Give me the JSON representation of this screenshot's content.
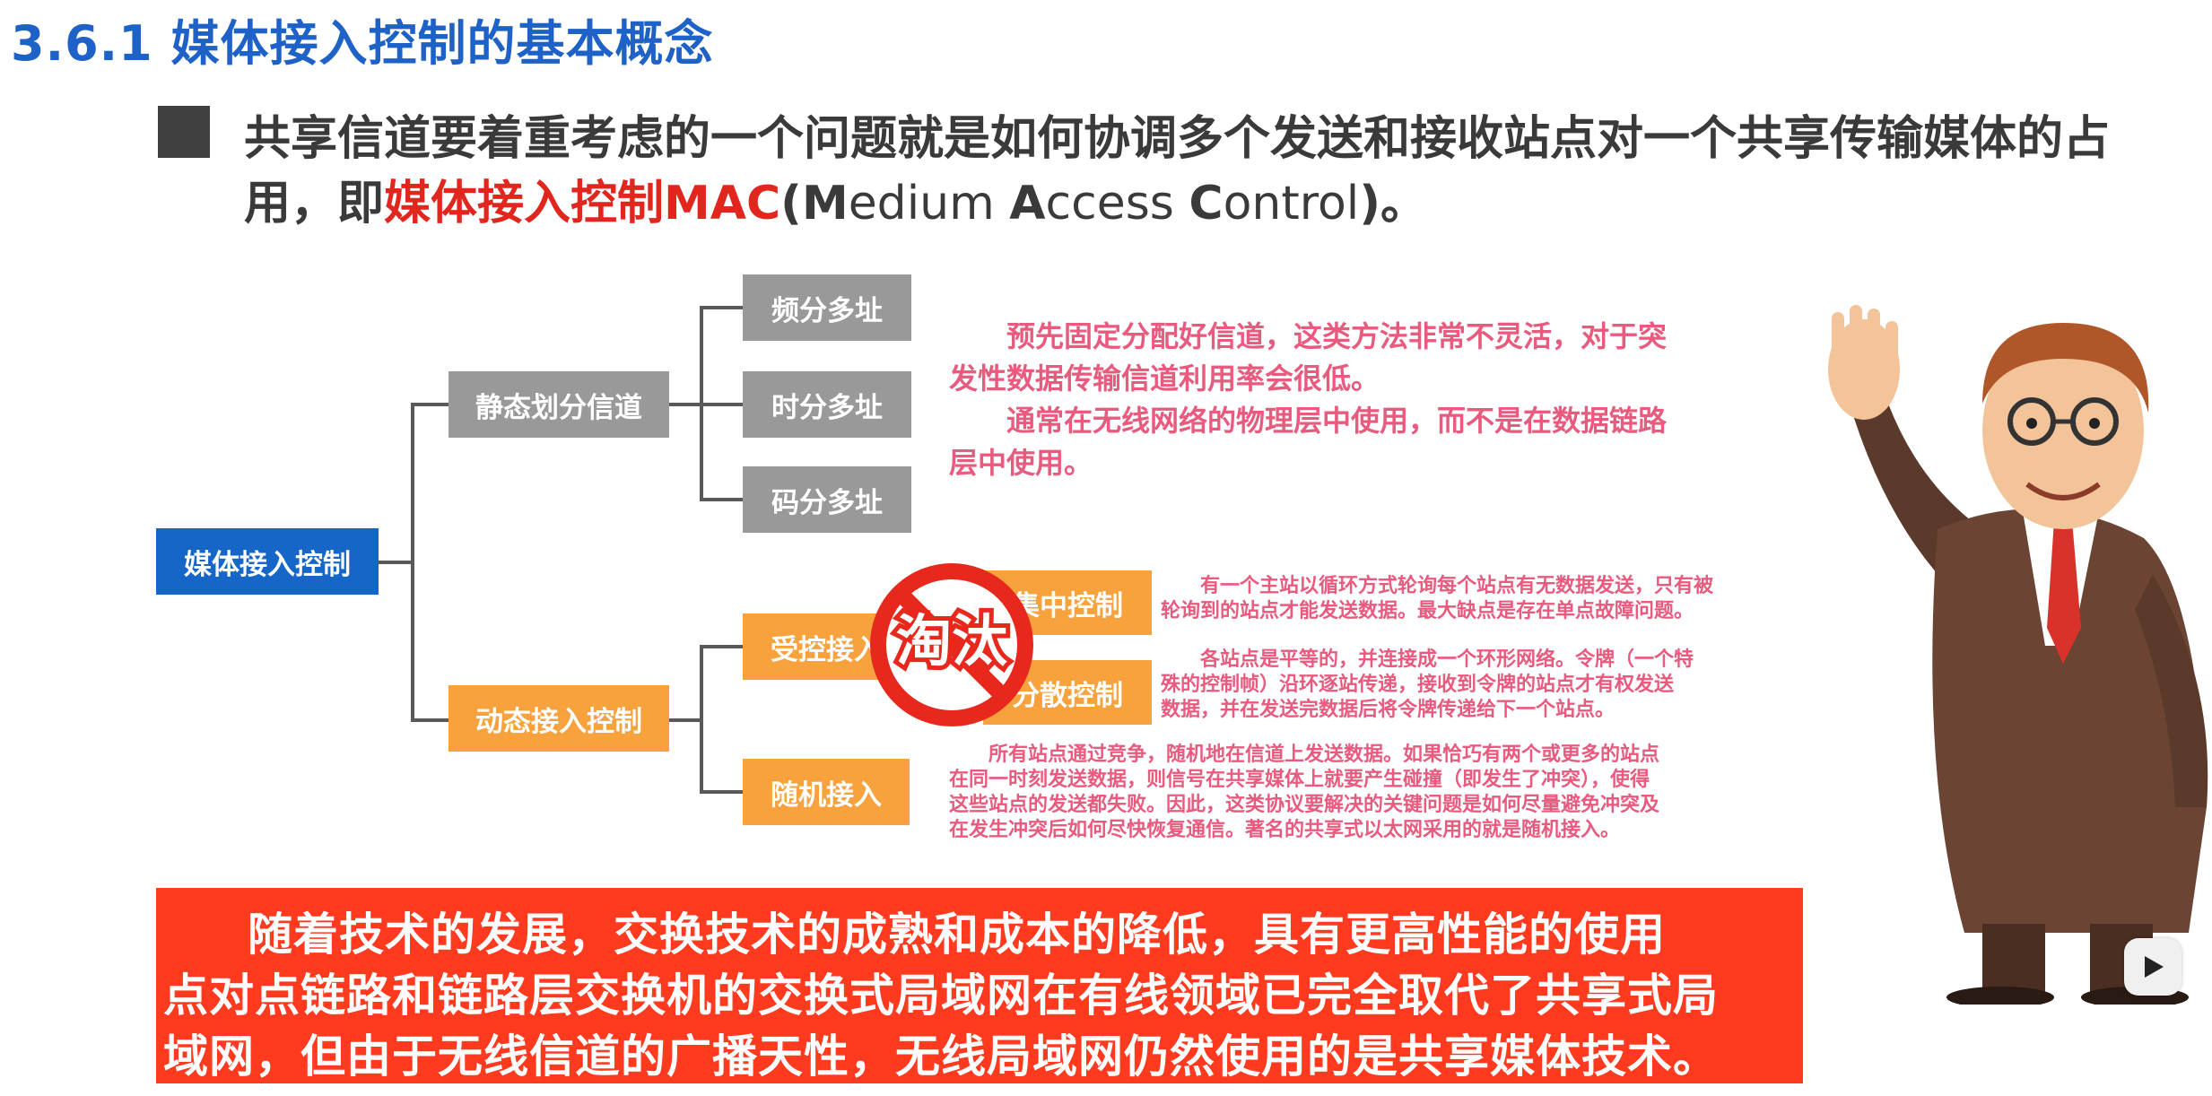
{
  "title": "3.6.1 媒体接入控制的基本概念",
  "bullet": {
    "line1": "共享信道要着重考虑的一个问题就是如何协调多个发送和接收站点对一个共享传输媒体的占",
    "line2_prefix": "用，即",
    "line2_red": "媒体接入控制MAC",
    "line2_mac_open": "(",
    "mac_M": "M",
    "mac_rest1": "edium ",
    "mac_A": "A",
    "mac_rest2": "ccess ",
    "mac_C": "C",
    "mac_rest3": "ontrol",
    "line2_suffix": ")。"
  },
  "tree": {
    "root": "媒体接入控制",
    "static": "静态划分信道",
    "static_children": [
      "频分多址",
      "时分多址",
      "码分多址"
    ],
    "dynamic": "动态接入控制",
    "controlled": "受控接入",
    "controlled_children": [
      "集中控制",
      "分散控制"
    ],
    "random": "随机接入"
  },
  "annotations": {
    "static_note": [
      "　　预先固定分配好信道，这类方法非常不灵活，对于突",
      "发性数据传输信道利用率会很低。",
      "　　通常在无线网络的物理层中使用，而不是在数据链路",
      "层中使用。"
    ],
    "central_note": [
      "　　有一个主站以循环方式轮询每个站点有无数据发送，只有被",
      "轮询到的站点才能发送数据。最大缺点是存在单点故障问题。"
    ],
    "distributed_note": [
      "　　各站点是平等的，并连接成一个环形网络。令牌（一个特",
      "殊的控制帧）沿环逐站传递，接收到令牌的站点才有权发送",
      "数据，并在发送完数据后将令牌传递给下一个站点。"
    ],
    "random_note": [
      "　　所有站点通过竞争，随机地在信道上发送数据。如果恰巧有两个或更多的站点",
      "在同一时刻发送数据，则信号在共享媒体上就要产生碰撞（即发生了冲突），使得",
      "这些站点的发送都失败。因此，这类协议要解决的关键问题是如何尽量避免冲突及",
      "在发生冲突后如何尽快恢复通信。著名的共享式以太网采用的就是随机接入。"
    ]
  },
  "stamp": "淘汰",
  "banner": [
    "　　随着技术的发展，交换技术的成熟和成本的降低，具有更高性能的使用",
    "点对点链路和链路层交换机的交换式局域网在有线领域已完全取代了共享式局",
    "域网，但由于无线信道的广播天性，无线局域网仍然使用的是共享媒体技术。"
  ],
  "colors": {
    "title": "#1e62c8",
    "accent_red": "#e0261d",
    "gray_box": "#999999",
    "orange_box": "#f7a23c",
    "blue_box": "#1666c7",
    "annotation_pink": "#e85a7e",
    "banner": "#ff3a1f"
  },
  "icons": [
    "play-icon"
  ]
}
